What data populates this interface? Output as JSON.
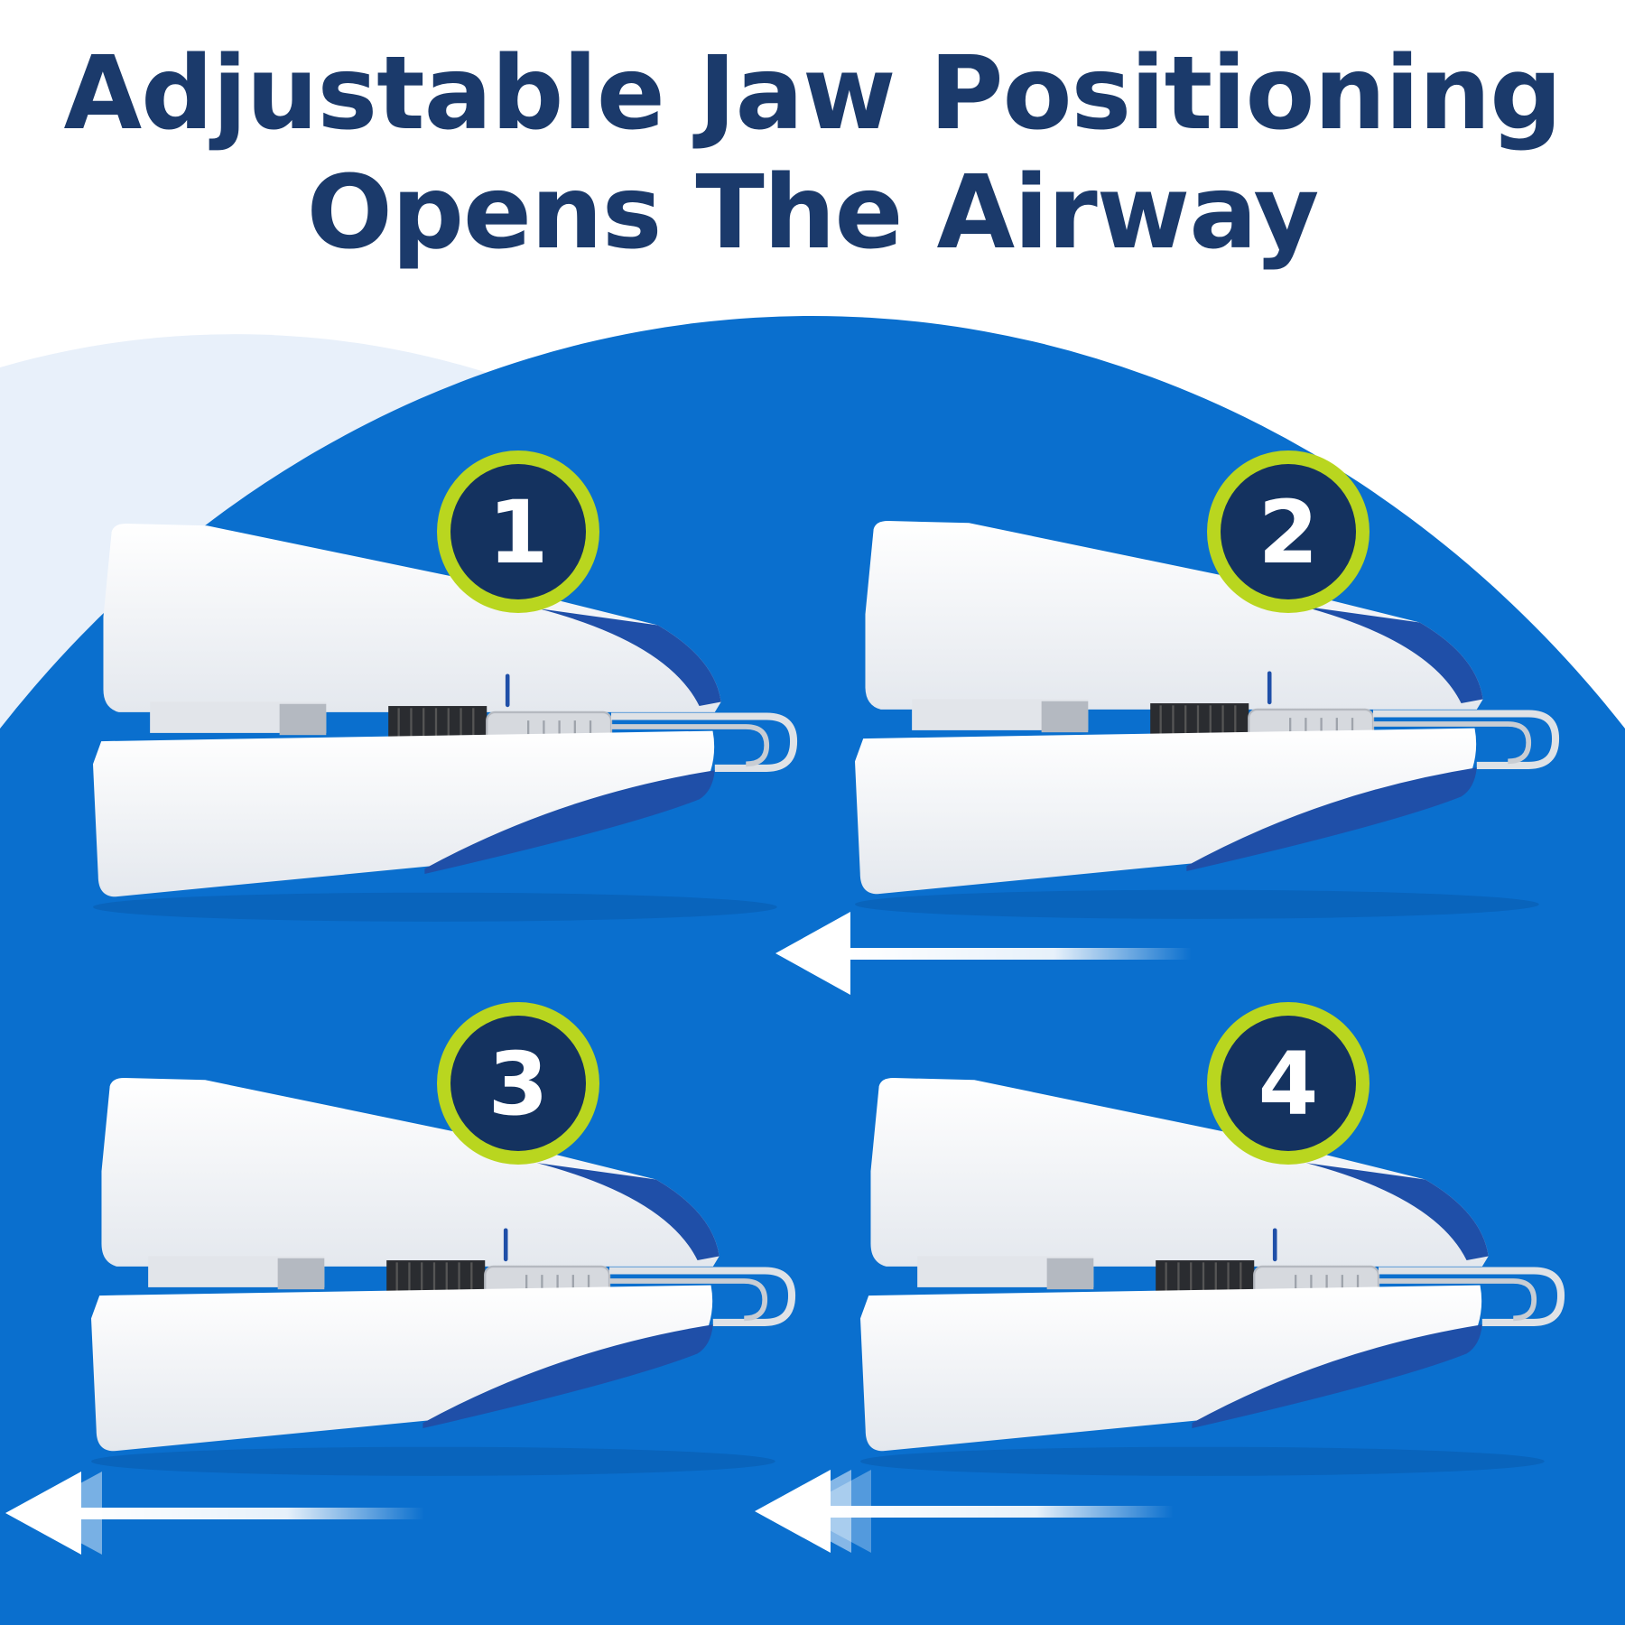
{
  "header": {
    "title_line1": "Adjustable Jaw Positioning",
    "title_line2": "Opens The Airway"
  },
  "steps": [
    {
      "number": "1",
      "arrow": "none"
    },
    {
      "number": "2",
      "arrow": "single-left-arrow"
    },
    {
      "number": "3",
      "arrow": "double-left-arrow"
    },
    {
      "number": "4",
      "arrow": "triple-left-arrow"
    }
  ],
  "colors": {
    "title": "#1b3a6b",
    "background_blue": "#0a6fce",
    "pale_background": "#e8f0fa",
    "badge_fill": "#14325f",
    "badge_ring": "#b9d61f",
    "device_accent": "#1f4fa8"
  }
}
